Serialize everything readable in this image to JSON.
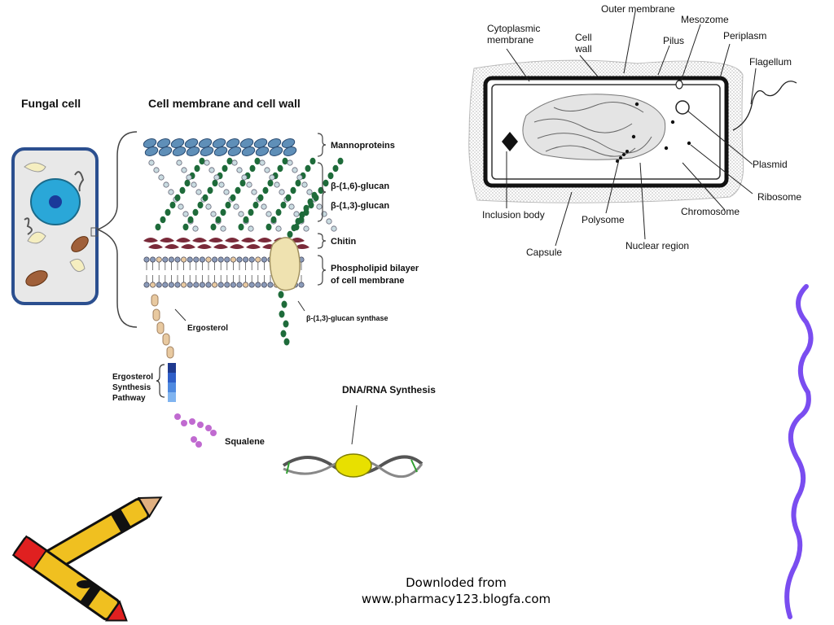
{
  "fungal": {
    "title": "Fungal cell",
    "subtitle": "Cell membrane and cell wall",
    "labels": {
      "mannoproteins": "Mannoproteins",
      "glucan16": "β-(1,6)-glucan",
      "glucan13": "β-(1,3)-glucan",
      "chitin": "Chitin",
      "bilayer1": "Phospholipid bilayer",
      "bilayer2": "of cell membrane",
      "ergosterol": "Ergosterol",
      "synthase": "β-(1,3)-glucan synthase",
      "pathway1": "Ergosterol",
      "pathway2": "Synthesis",
      "pathway3": "Pathway",
      "squalene": "Squalene",
      "dna": "DNA/RNA Synthesis"
    }
  },
  "bacterium": {
    "labels": {
      "outer_membrane": "Outer membrane",
      "mesozome": "Mesozome",
      "cyto1": "Cytoplasmic",
      "cyto2": "membrane",
      "wall1": "Cell",
      "wall2": "wall",
      "pilus": "Pilus",
      "periplasm": "Periplasm",
      "flagellum": "Flagellum",
      "plasmid": "Plasmid",
      "ribosome": "Ribosome",
      "chromosome": "Chromosome",
      "inclusion": "Inclusion body",
      "polysome": "Polysome",
      "nuclear": "Nuclear region",
      "capsule": "Capsule"
    }
  },
  "footer": {
    "line1": "Downloded from",
    "line2": "www.pharmacy123.blogfa.com"
  },
  "colors": {
    "mannoprotein": "#5f8fb8",
    "glucan16": "#c9dbe0",
    "glucan13": "#1e6b3a",
    "chitin": "#7a2a3a",
    "synthase": "#efe2b0",
    "ergosterol": "#e8c9a0",
    "pathway": "#1f3a8f",
    "squalene": "#c06ad0",
    "dna_protein": "#e8e000",
    "squiggle": "#7a4df0"
  }
}
